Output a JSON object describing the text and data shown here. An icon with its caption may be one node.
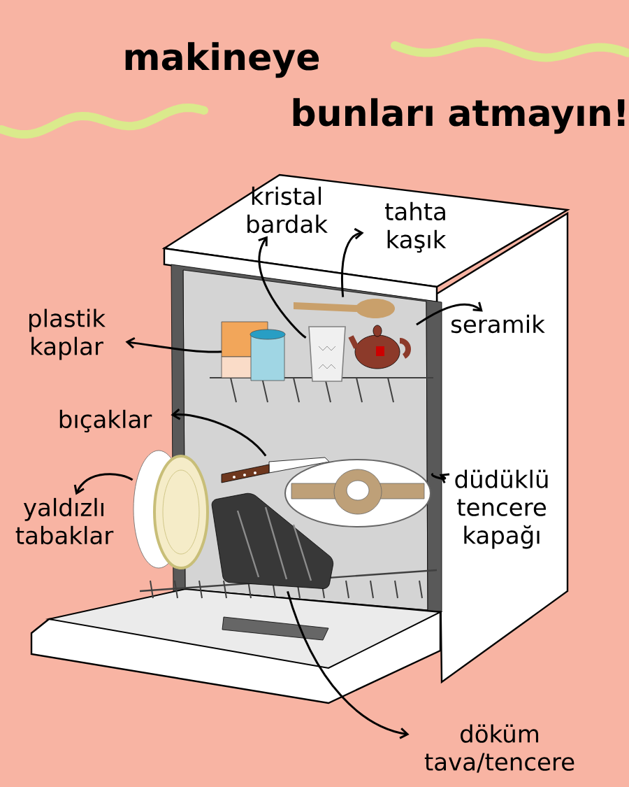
{
  "diagram": {
    "title": "makineye bunları atmayın!",
    "nodes": [
      {
        "text": [
          "kristal bardak"
        ]
      },
      {
        "text": [
          "tahta kaşık"
        ]
      },
      {
        "text": [
          "plastik kaplar"
        ]
      },
      {
        "text": [
          "seramik"
        ]
      },
      {
        "text": [
          "bıçaklar"
        ]
      },
      {
        "text": [
          "yaldızlı tabaklar"
        ]
      },
      {
        "text": [
          "düdüklü tencere kapağı"
        ]
      },
      {
        "text": [
          "döküm tava/tencere"
        ]
      },
      {
        "text": [],
        "shape": "picture"
      },
      {
        "text": [],
        "shape": "picture"
      },
      {
        "text": [],
        "shape": "picture"
      },
      {
        "text": [],
        "shape": "picture"
      },
      {
        "text": [],
        "shape": "picture"
      },
      {
        "text": [],
        "shape": "picture"
      },
      {
        "text": [],
        "shape": "picture"
      },
      {
        "text": [],
        "shape": "picture"
      }
    ],
    "edges": [
      {
        "from": 8,
        "to": 0,
        "arrow": "to"
      },
      {
        "from": 9,
        "to": 1,
        "arrow": "to"
      },
      {
        "from": 10,
        "to": 2,
        "arrow": "to"
      },
      {
        "from": 11,
        "to": 3,
        "arrow": "to"
      },
      {
        "from": 12,
        "to": 4,
        "arrow": "to"
      },
      {
        "from": 13,
        "to": 5,
        "arrow": "to"
      },
      {
        "from": 14,
        "to": 6,
        "arrow": "to"
      },
      {
        "from": 15,
        "to": 7,
        "arrow": "to"
      }
    ]
  }
}
